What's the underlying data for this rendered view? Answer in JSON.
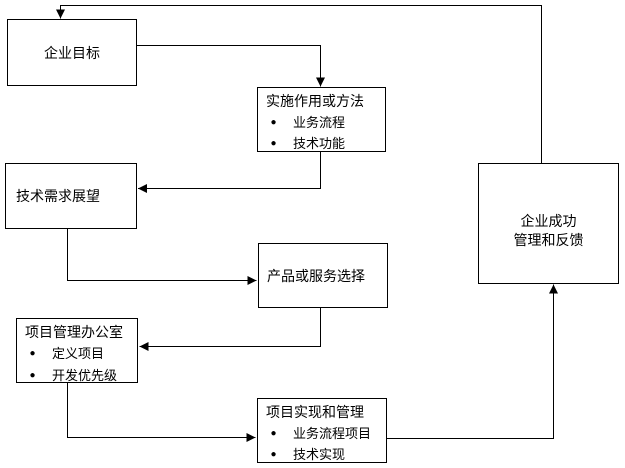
{
  "diagram": {
    "bullet_glyph": "●",
    "colors": {
      "background": "#ffffff",
      "line": "#000000",
      "box_border": "#000000",
      "text": "#000000"
    },
    "boxes": {
      "enterprise_goals": {
        "label": "企业目标"
      },
      "implementation_methods": {
        "title": "实施作用或方法",
        "bullets": [
          "业务流程",
          "技术功能"
        ]
      },
      "tech_requirements": {
        "label": "技术需求展望"
      },
      "product_service_selection": {
        "label": "产品或服务选择"
      },
      "pmo": {
        "title": "项目管理办公室",
        "bullets": [
          "定义项目",
          "开发优先级"
        ]
      },
      "project_implementation": {
        "title": "项目实现和管理",
        "bullets": [
          "业务流程项目",
          "技术实现"
        ]
      },
      "enterprise_success": {
        "line1": "企业成功",
        "line2": "管理和反馈"
      }
    }
  }
}
